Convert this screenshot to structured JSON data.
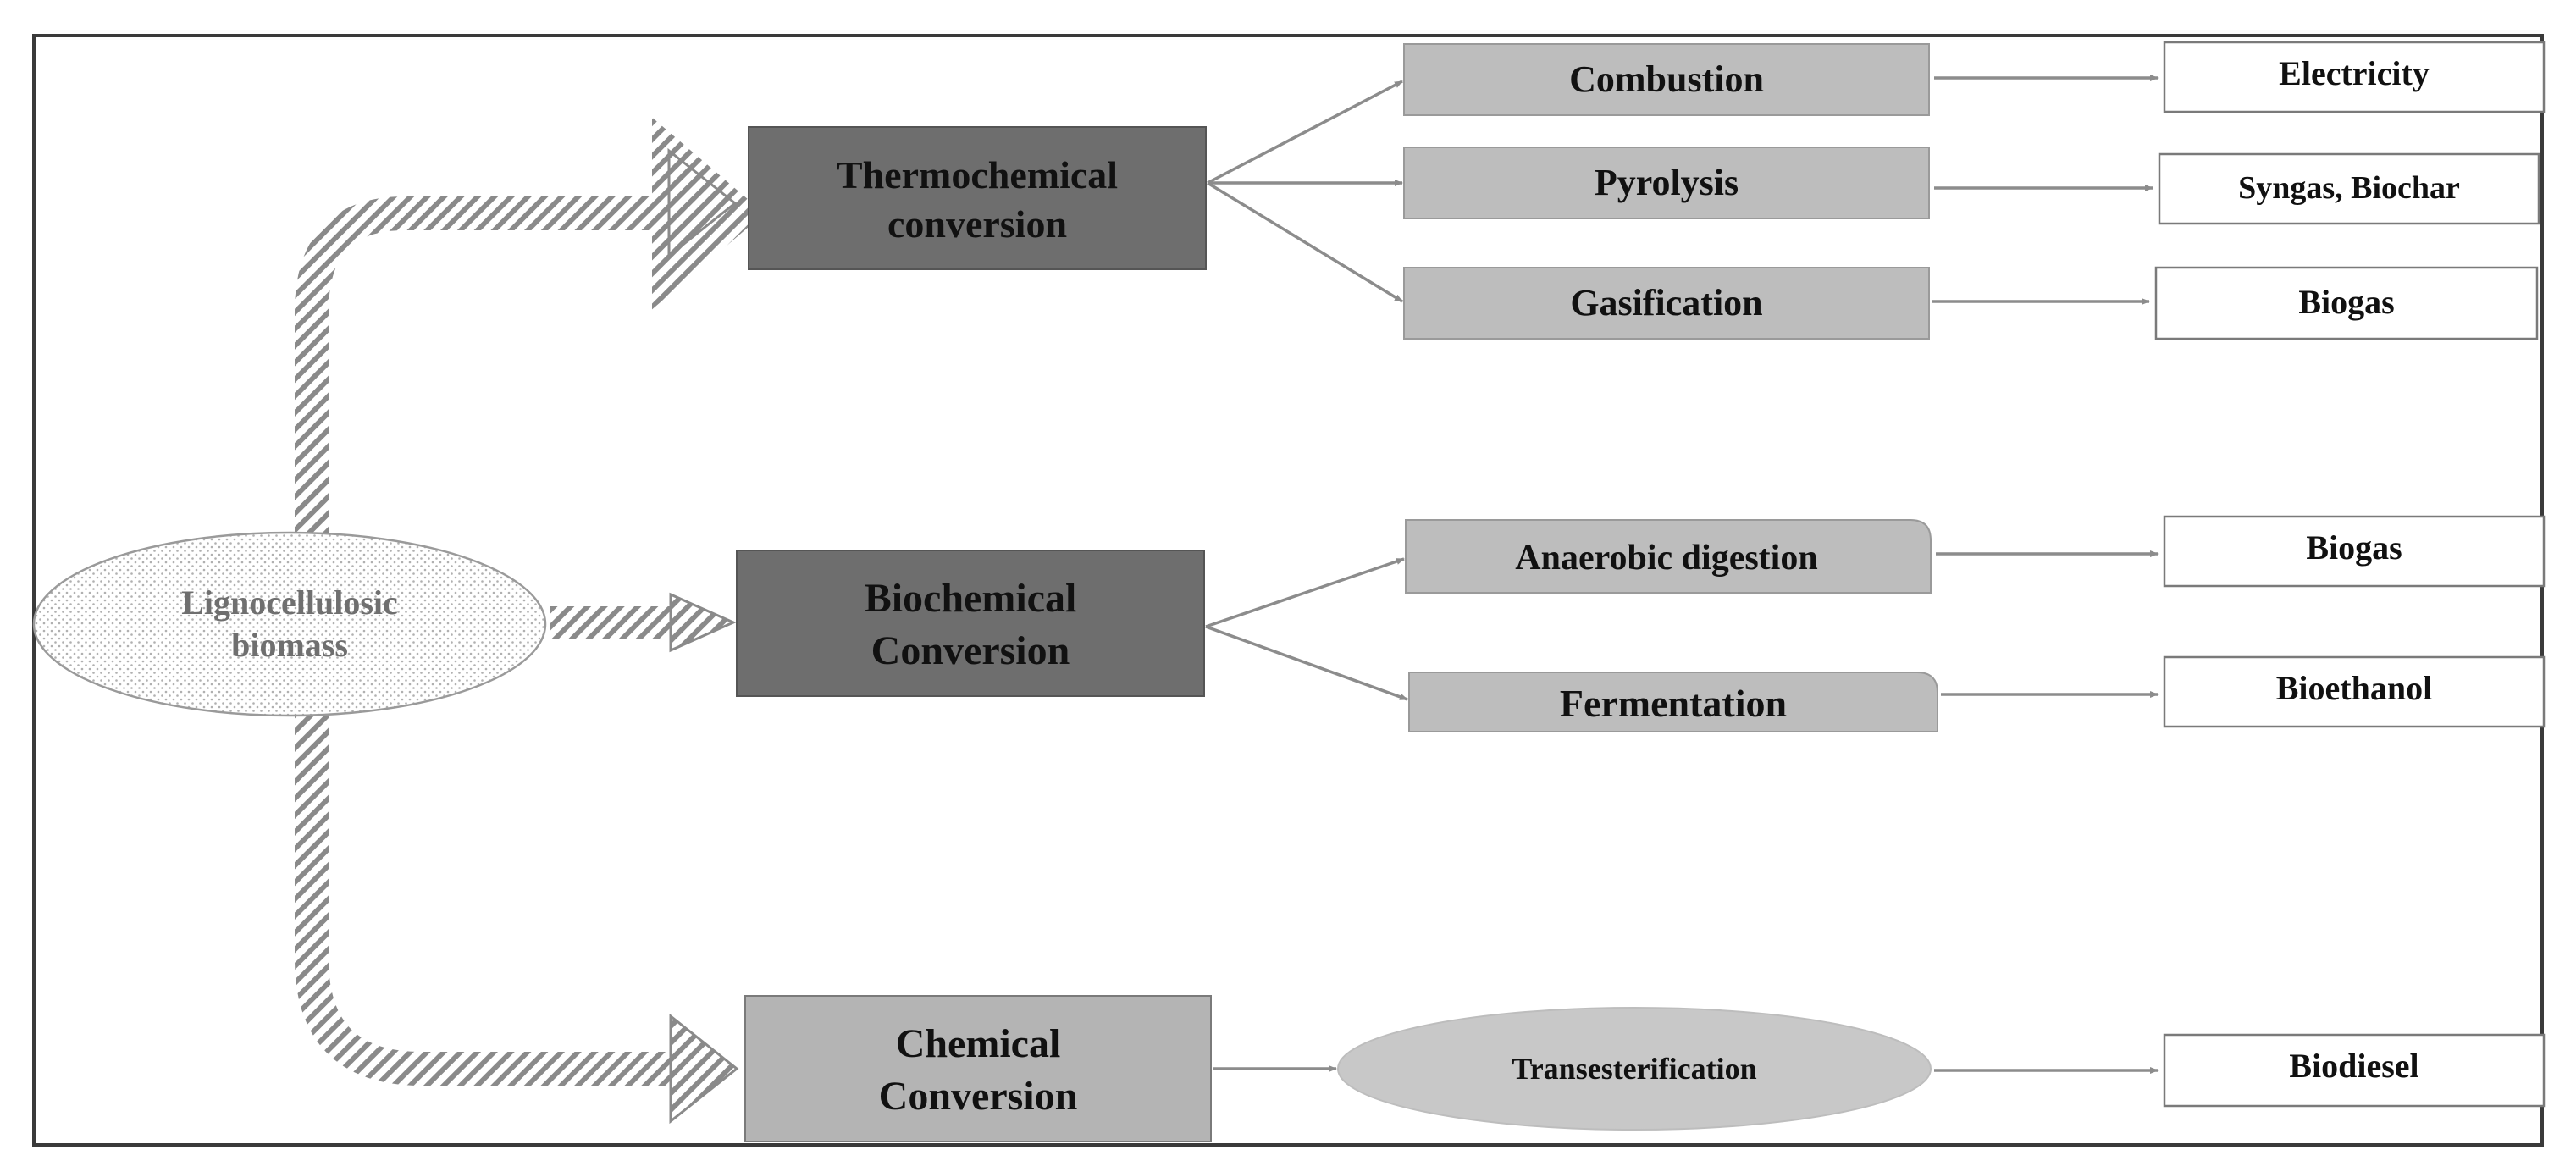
{
  "source": {
    "line1": "Lignocellulosic",
    "line2": "biomass"
  },
  "routes": {
    "thermochemical": {
      "line1": "Thermochemical",
      "line2": "conversion"
    },
    "biochemical": {
      "line1": "Biochemical",
      "line2": "Conversion"
    },
    "chemical": {
      "line1": "Chemical",
      "line2": "Conversion"
    }
  },
  "processes": {
    "combustion": "Combustion",
    "pyrolysis": "Pyrolysis",
    "gasification": "Gasification",
    "anaerobic": "Anaerobic digestion",
    "fermentation": "Fermentation",
    "transesterification": "Transesterification"
  },
  "products": {
    "electricity": "Electricity",
    "syngas": "Syngas, Biochar",
    "biogas1": "Biogas",
    "biogas2": "Biogas",
    "bioethanol": "Bioethanol",
    "biodiesel": "Biodiesel"
  },
  "colors": {
    "route_dark": "#6e6e6e",
    "route_light": "#b4b4b4",
    "process": "#bdbdbd",
    "product": "#ffffff",
    "arrow": "#8c8c8c",
    "hatch": "#8a8a8a"
  }
}
